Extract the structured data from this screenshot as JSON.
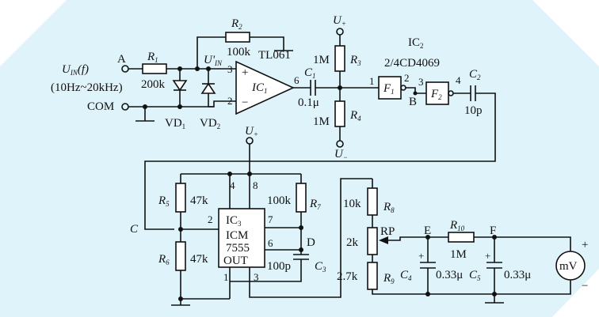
{
  "colors": {
    "background": "#dff3fa",
    "corner_bands": "#ffffff",
    "ink": "#111111"
  },
  "input": {
    "label_main": "U",
    "label_sub": "IN",
    "label_paren": "(f)",
    "range": "(10Hz~20kHz)",
    "terminal_a": "A",
    "common": "COM"
  },
  "resistors": {
    "r1": {
      "name": "R",
      "sub": "1",
      "value": "200k"
    },
    "r2": {
      "name": "R",
      "sub": "2",
      "value": "100k"
    },
    "r3": {
      "name": "R",
      "sub": "3",
      "value": "1M"
    },
    "r4": {
      "name": "R",
      "sub": "4",
      "value": "1M"
    },
    "r5": {
      "name": "R",
      "sub": "5",
      "value": "47k"
    },
    "r6": {
      "name": "R",
      "sub": "6",
      "value": "47k"
    },
    "r7": {
      "name": "R",
      "sub": "7",
      "value": "100k"
    },
    "r8": {
      "name": "R",
      "sub": "8",
      "value": "10k"
    },
    "r9": {
      "name": "R",
      "sub": "9",
      "value": "2.7k"
    },
    "r10": {
      "name": "R",
      "sub": "10",
      "value": "1M"
    },
    "rp": {
      "name": "RP",
      "value": "2k"
    }
  },
  "capacitors": {
    "c1": {
      "name": "C",
      "sub": "1",
      "value": "0.1μ"
    },
    "c2": {
      "name": "C",
      "sub": "2",
      "value": "10p"
    },
    "c3": {
      "name": "C",
      "sub": "3",
      "value": "100p"
    },
    "c4": {
      "name": "C",
      "sub": "4",
      "value": "0.33μ"
    },
    "c5": {
      "name": "C",
      "sub": "5",
      "value": "0.33μ"
    }
  },
  "diodes": {
    "vd1": "VD",
    "vd1_sub": "1",
    "vd2": "VD",
    "vd2_sub": "2"
  },
  "opamp": {
    "name": "IC",
    "sub": "1",
    "part": "TL061",
    "in_label": "U'",
    "in_sub": "IN",
    "pin_plus": "3",
    "pin_minus": "2",
    "pin_out": "6",
    "plus_sign": "+",
    "minus_sign": "−"
  },
  "supply": {
    "u_plus": "U",
    "u_plus_sub": "+",
    "u_minus": "U",
    "u_minus_sub": "−"
  },
  "gates": {
    "ic2": "IC",
    "ic2_sub": "2",
    "part": "2/4CD4069",
    "f1": "F",
    "f1_sub": "1",
    "f2": "F",
    "f2_sub": "2",
    "pins": [
      "1",
      "2",
      "3",
      "4"
    ],
    "node_b": "B"
  },
  "timer": {
    "name": "IC",
    "sub": "3",
    "line1": "ICM",
    "line2": "7555",
    "line3": "OUT",
    "pins": {
      "p4": "4",
      "p8": "8",
      "p2": "2",
      "p7": "7",
      "p6": "6",
      "p1": "1",
      "p3": "3"
    },
    "node_c": "C",
    "node_d": "D"
  },
  "output": {
    "node_e": "E",
    "node_f": "F",
    "meter": "mV",
    "plus": "+",
    "minus": "−"
  }
}
